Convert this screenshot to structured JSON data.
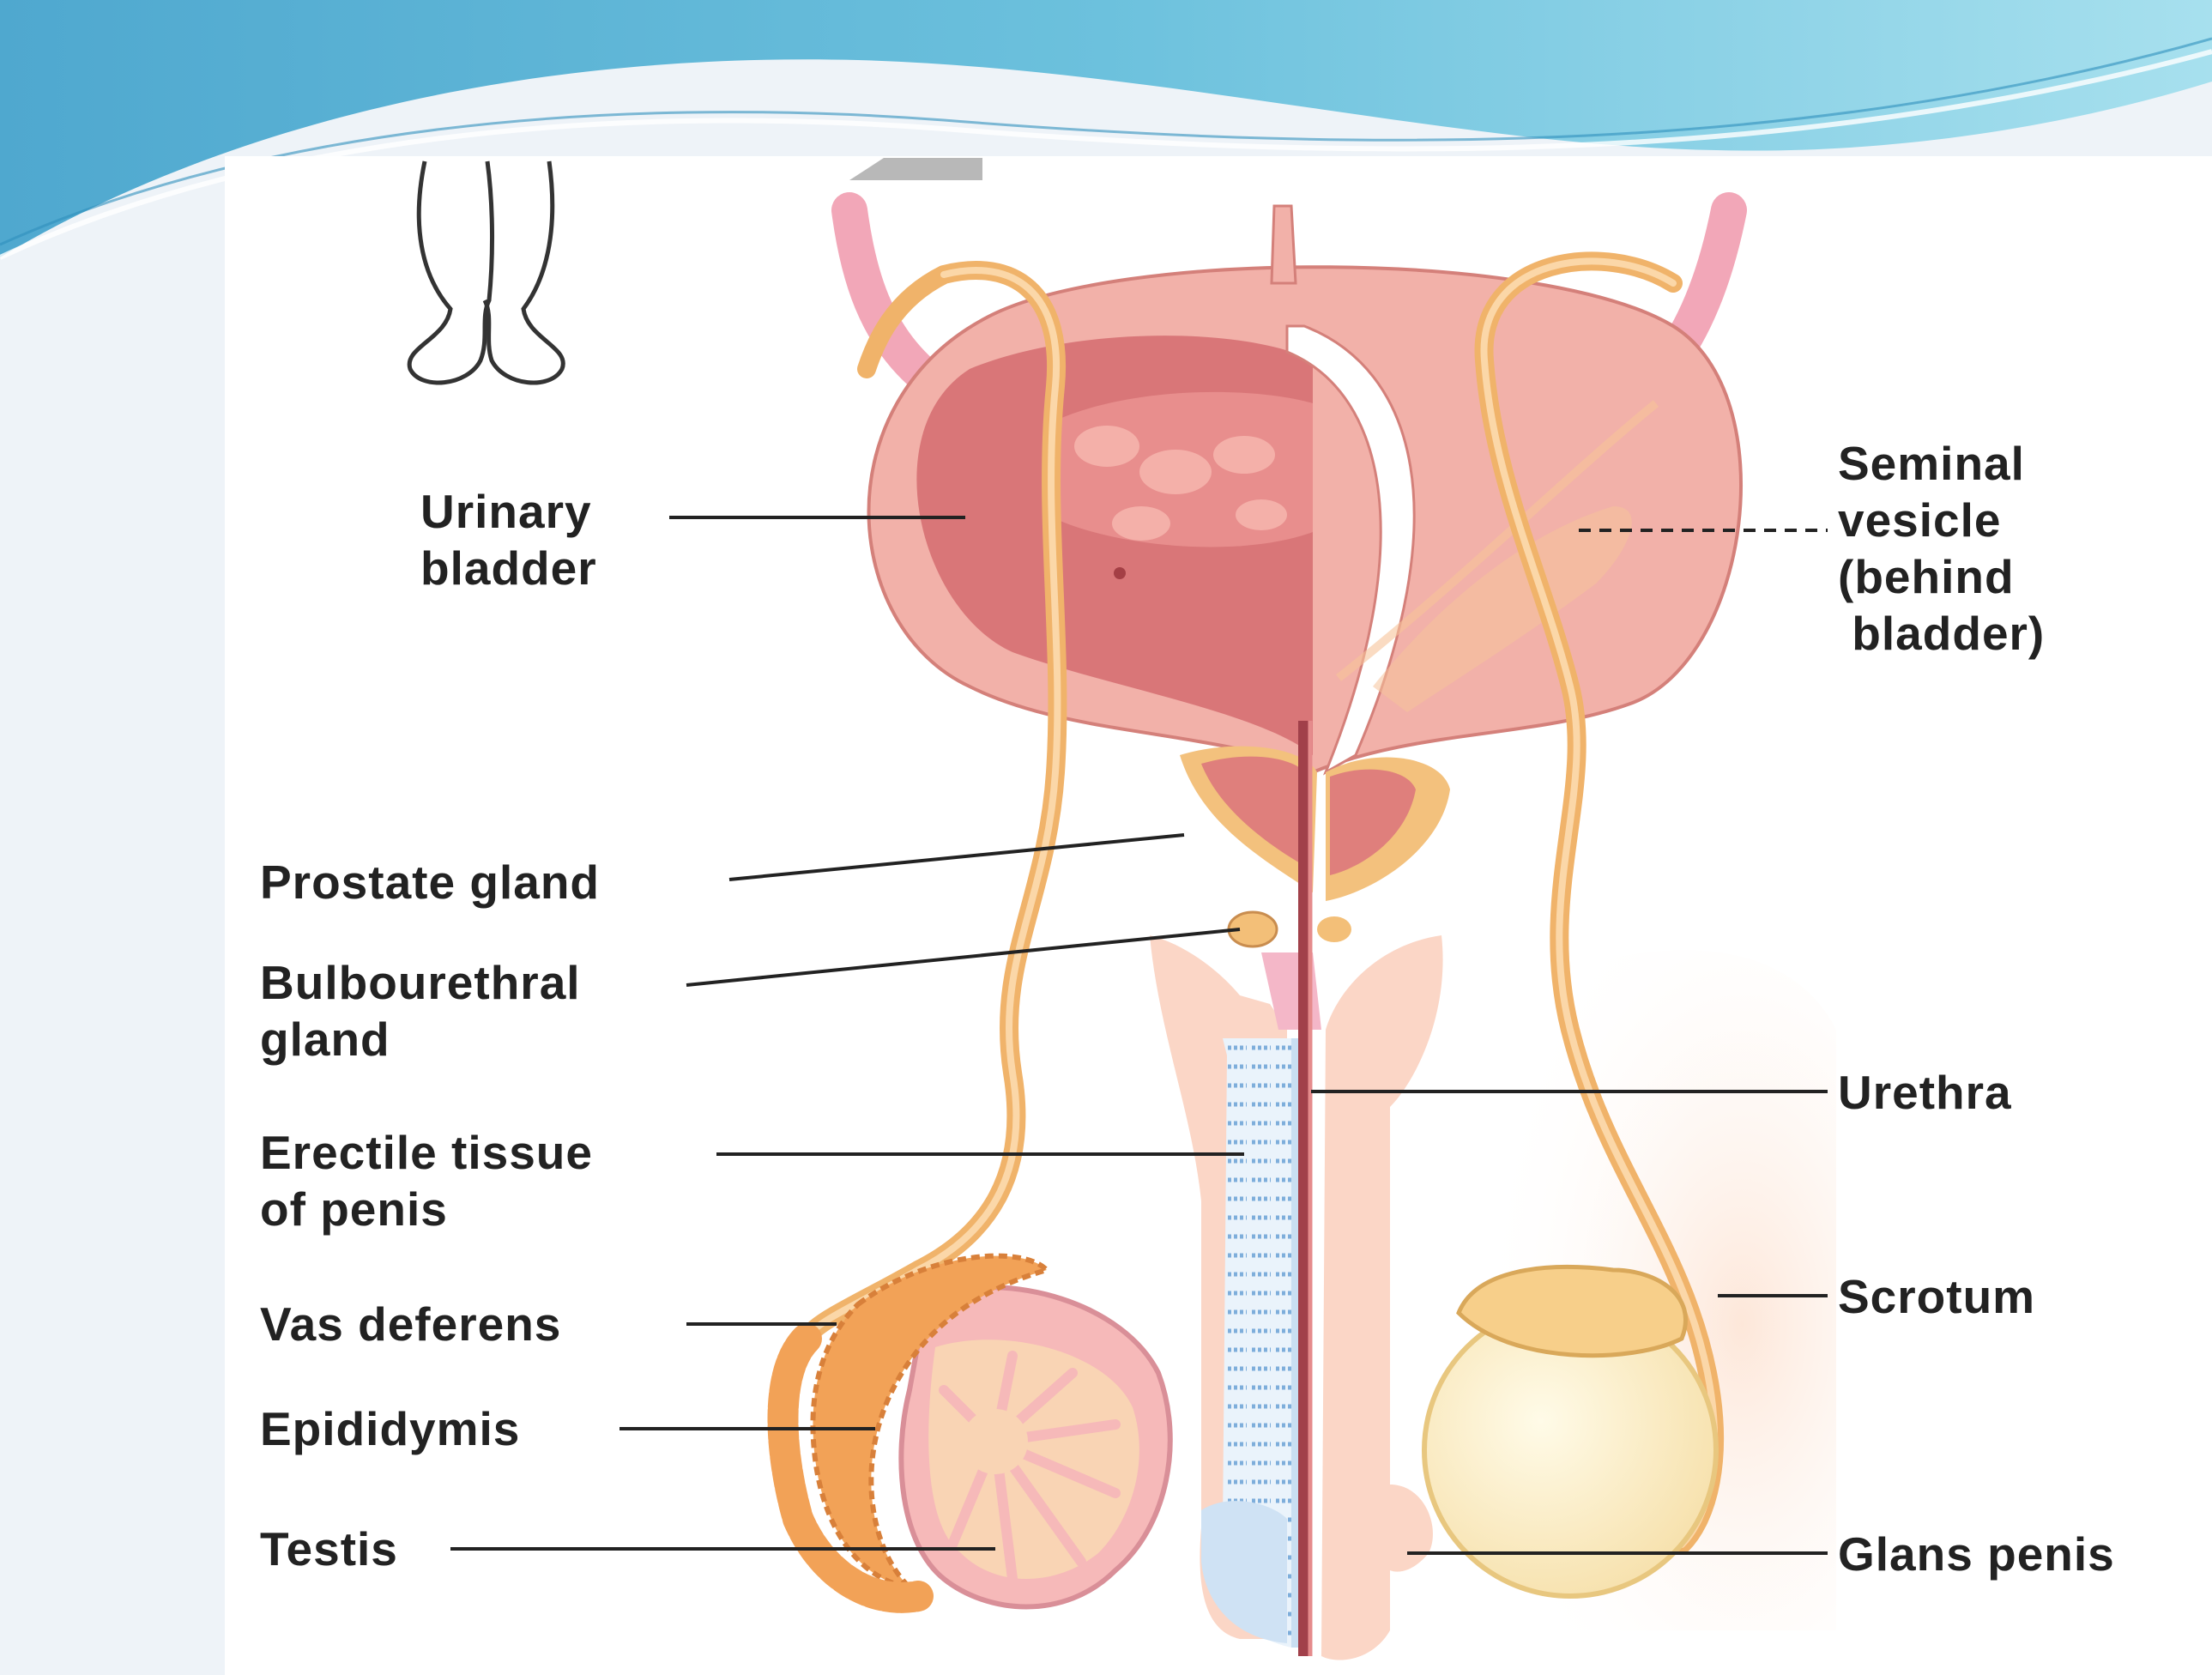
{
  "colors": {
    "banner": "#7cc8e2",
    "bladder": "#efa39f",
    "vas_deferens": "#f0b36a",
    "penis": "#fbd6c6",
    "erectile": "#9cc3e6",
    "testis": "#f6b9b9",
    "scrotum": "#fde2d4"
  },
  "labels": {
    "urinary_bladder": "Urinary\nbladder",
    "seminal_vesicle": "Seminal\nvesicle\n(behind\n bladder)",
    "prostate_gland": "Prostate gland",
    "bulbourethral_gland": "Bulbourethral\ngland",
    "urethra": "Urethra",
    "erectile_tissue": "Erectile tissue\nof penis",
    "scrotum": "Scrotum",
    "vas_deferens": "Vas deferens",
    "epididymis": "Epididymis",
    "testis": "Testis",
    "glans_penis": "Glans penis"
  }
}
